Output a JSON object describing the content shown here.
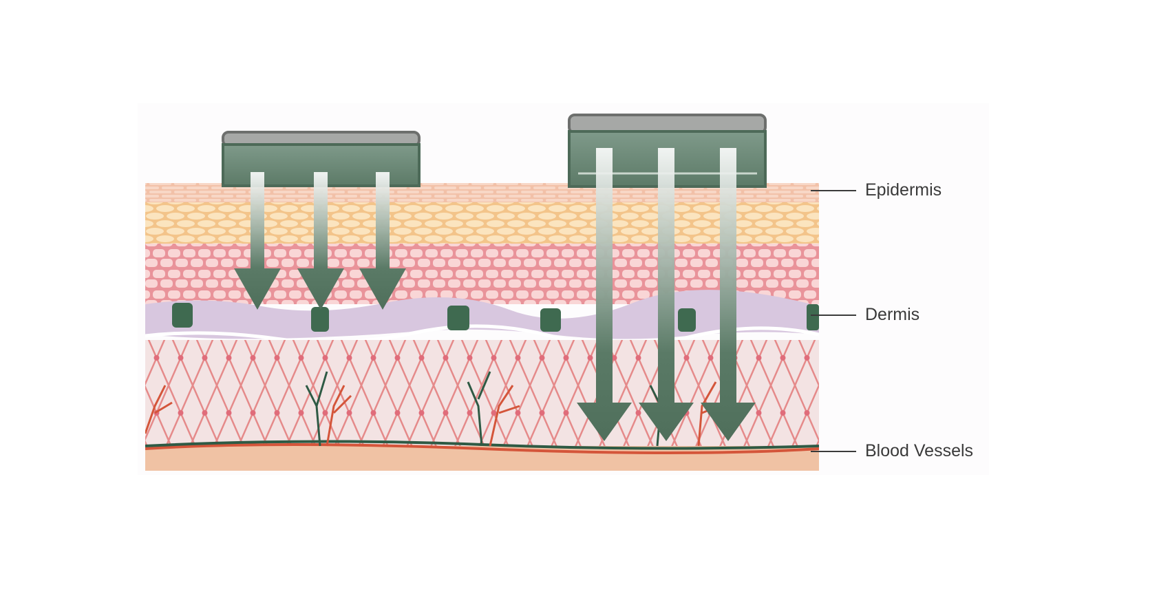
{
  "labels": {
    "epidermis": "Epidermis",
    "dermis": "Dermis",
    "blood_vessels": "Blood Vessels"
  },
  "colors": {
    "probe_body": "#5f7d6b",
    "probe_cap": "#9a9a9a",
    "arrow": "#5a7a66",
    "epidermis_top": "#f2c1a8",
    "granular_layer": "#f7d7a4",
    "spinous_layer": "#f3b7b7",
    "basal_cells": "#d9c8e0",
    "melanocyte": "#3f6a50",
    "dermis": "#f4e3e3",
    "fibers": "#e07a7a",
    "artery": "#d4553a",
    "vein": "#2e5a44",
    "subcutis": "#f0c2a4"
  }
}
